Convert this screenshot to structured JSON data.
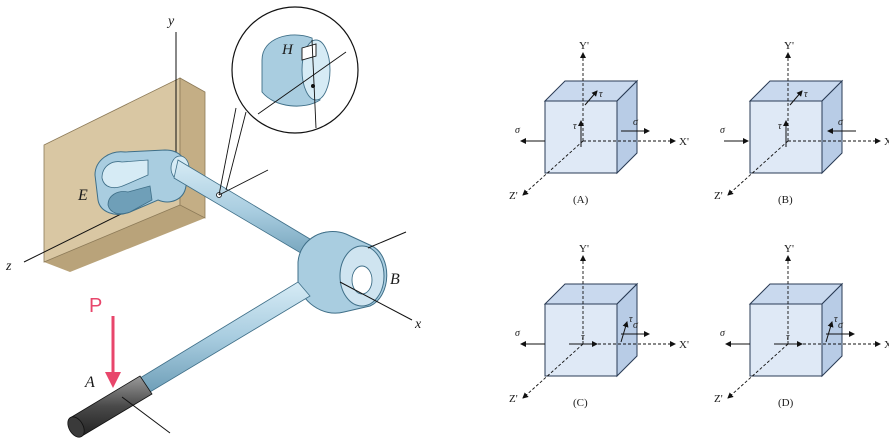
{
  "mechanism": {
    "label_y": "y",
    "label_z": "z",
    "label_x": "x",
    "label_E": "E",
    "label_H": "H",
    "label_B": "B",
    "label_A": "A",
    "label_P": "P"
  },
  "stress_elements": [
    {
      "id": "A",
      "caption": "(A)",
      "y_axis": "Y'",
      "x_axis": "X'",
      "z_axis": "Z'",
      "sigma_left": "σ",
      "sigma_right": "σ",
      "tau_top": "τ",
      "tau_front": "τ"
    },
    {
      "id": "B",
      "caption": "(B)",
      "y_axis": "Y'",
      "x_axis": "X'",
      "z_axis": "Z'",
      "sigma_left": "σ",
      "sigma_right": "σ",
      "tau_top": "τ",
      "tau_front": "τ"
    },
    {
      "id": "C",
      "caption": "(C)",
      "y_axis": "Y'",
      "x_axis": "X'",
      "z_axis": "Z'",
      "sigma_left": "σ",
      "sigma_right": "σ",
      "tau_top": "τ",
      "tau_front": "τ"
    },
    {
      "id": "D",
      "caption": "(D)",
      "y_axis": "Y'",
      "x_axis": "X'",
      "z_axis": "Z'",
      "sigma_left": "σ",
      "sigma_right": "σ",
      "tau_top": "τ",
      "tau_front": "τ"
    }
  ],
  "colors": {
    "wall": "#d9c7a3",
    "wall_dark": "#b9a37a",
    "steel": "#a9cde0",
    "steel_dark": "#6f9fb8",
    "steel_light": "#d6ebf5",
    "cube_face": "#dfe9f6",
    "cube_top": "#c9d9ee",
    "cube_side": "#b8cce6",
    "force": "#e8466b",
    "grip": "#555555"
  }
}
